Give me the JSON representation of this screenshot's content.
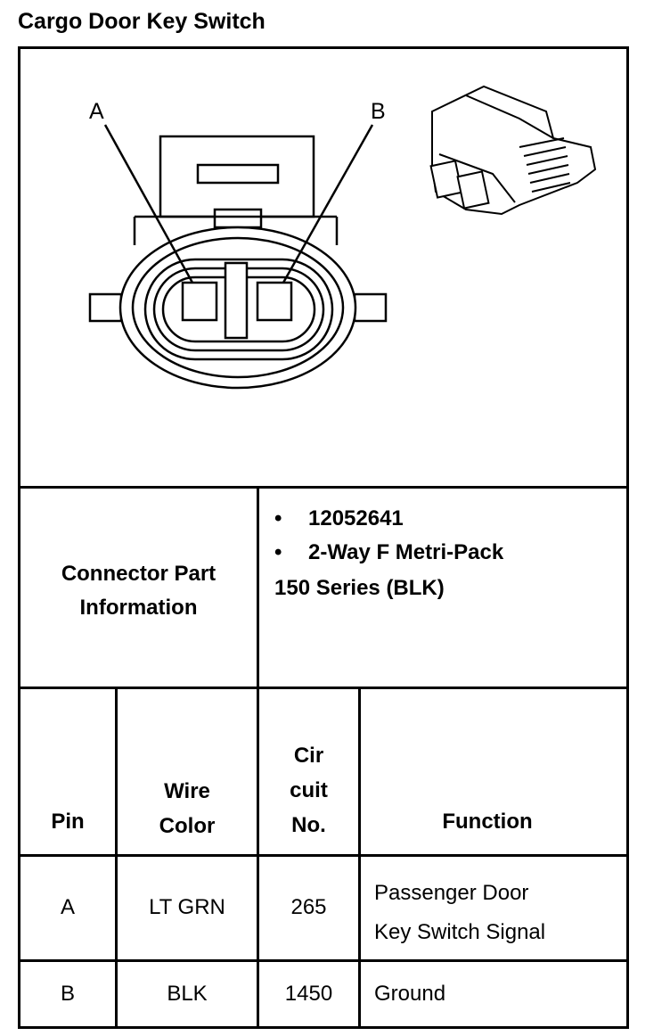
{
  "title": "Cargo Door Key Switch",
  "diagram": {
    "pin_label_a": "A",
    "pin_label_b": "B",
    "connector_icon": "connector-face-view",
    "connector_3d_icon": "connector-3d-view"
  },
  "part_info": {
    "label": "Connector Part Information",
    "label_line1": "Connector Part",
    "label_line2": "Information",
    "bullets": [
      "12052641",
      "2-Way F Metri-Pack"
    ],
    "continuation": "150 Series (BLK)"
  },
  "table": {
    "headers": {
      "pin": "Pin",
      "wire_color_line1": "Wire",
      "wire_color_line2": "Color",
      "circuit_line1": "Cir",
      "circuit_line2": "cuit",
      "circuit_line3": "No.",
      "function": "Function"
    },
    "rows": [
      {
        "pin": "A",
        "wire_color": "LT GRN",
        "circuit": "265",
        "function_line1": "Passenger Door",
        "function_line2": "Key Switch Signal"
      },
      {
        "pin": "B",
        "wire_color": "BLK",
        "circuit": "1450",
        "function_line1": "Ground",
        "function_line2": ""
      }
    ]
  }
}
